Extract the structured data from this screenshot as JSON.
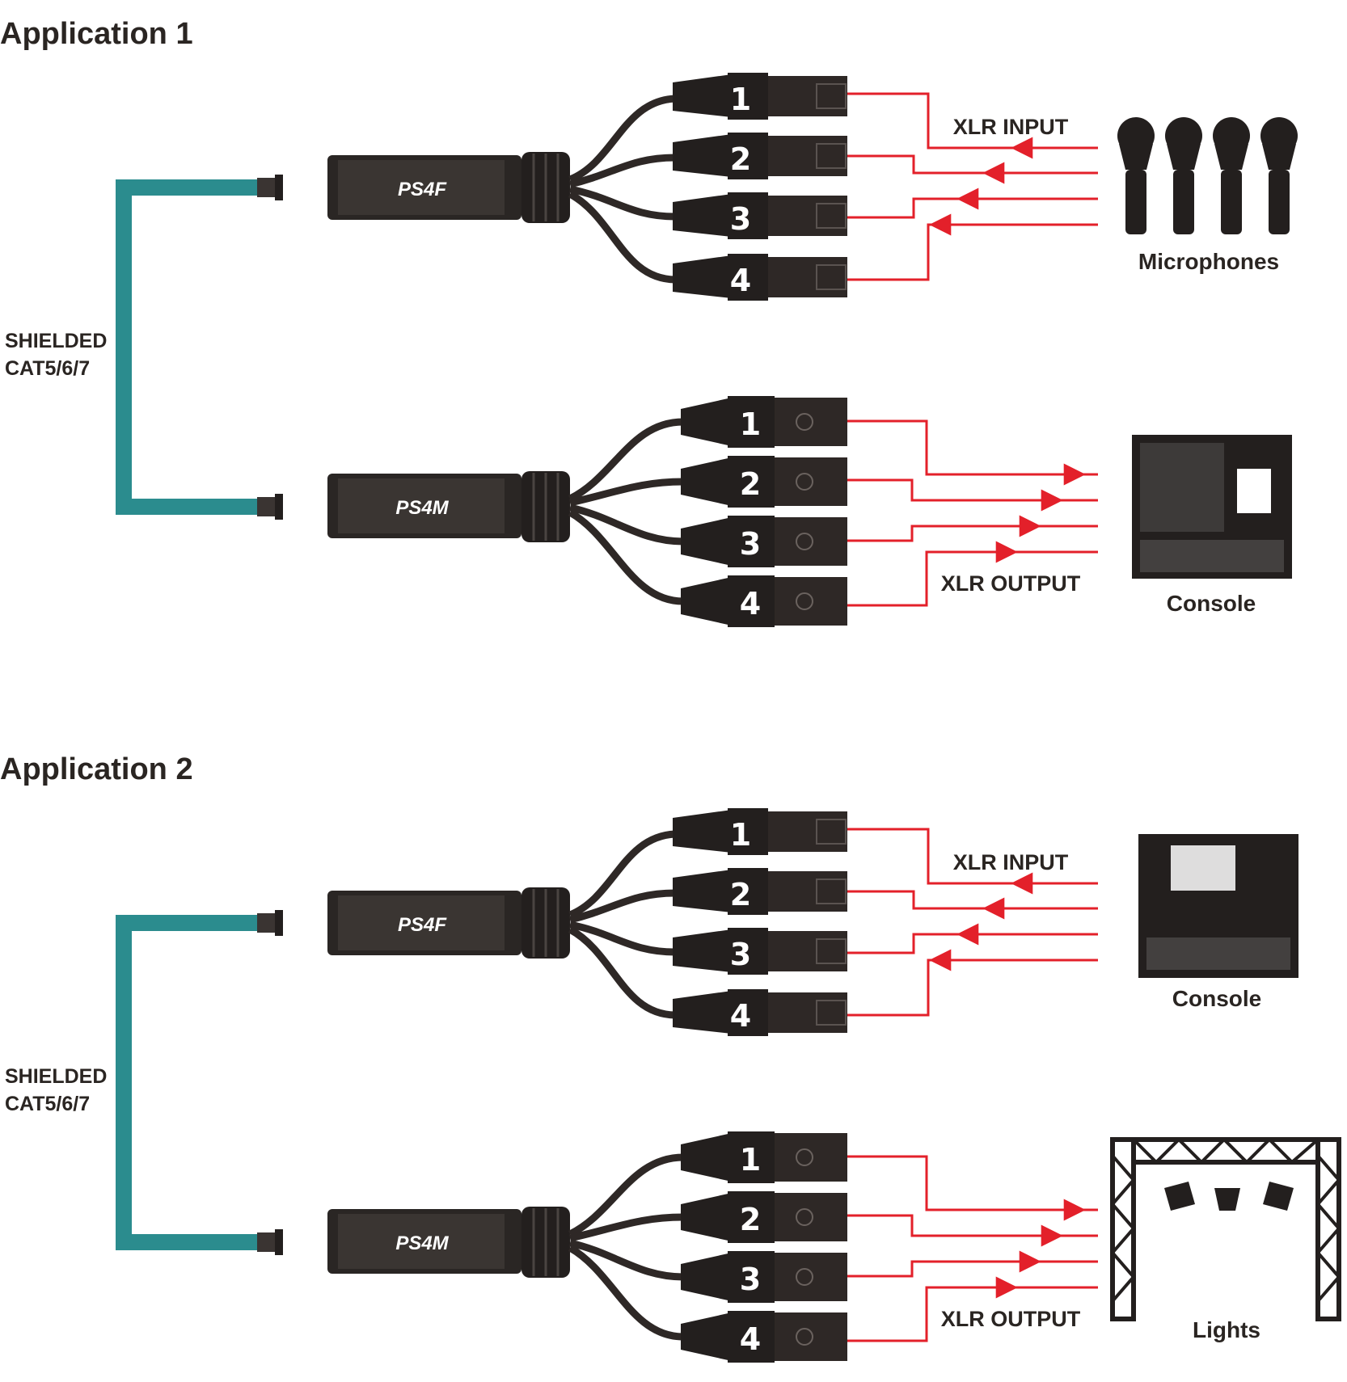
{
  "colors": {
    "cable_teal": "#2b8c8e",
    "signal_red": "#e3202a",
    "device_dark": "#231f1e",
    "text_dark": "#2a2522"
  },
  "app1": {
    "title": "Application 1",
    "cable_label_line1": "SHIELDED",
    "cable_label_line2": "CAT5/6/7",
    "female_box": "PS4F",
    "male_box": "PS4M",
    "input_label": "XLR INPUT",
    "output_label": "XLR OUTPUT",
    "source_device": "Microphones",
    "dest_device": "Console",
    "channels": [
      "1",
      "2",
      "3",
      "4"
    ]
  },
  "app2": {
    "title": "Application 2",
    "cable_label_line1": "SHIELDED",
    "cable_label_line2": "CAT5/6/7",
    "female_box": "PS4F",
    "male_box": "PS4M",
    "input_label": "XLR INPUT",
    "output_label": "XLR OUTPUT",
    "source_device": "Console",
    "dest_device": "Lights",
    "channels": [
      "1",
      "2",
      "3",
      "4"
    ]
  }
}
